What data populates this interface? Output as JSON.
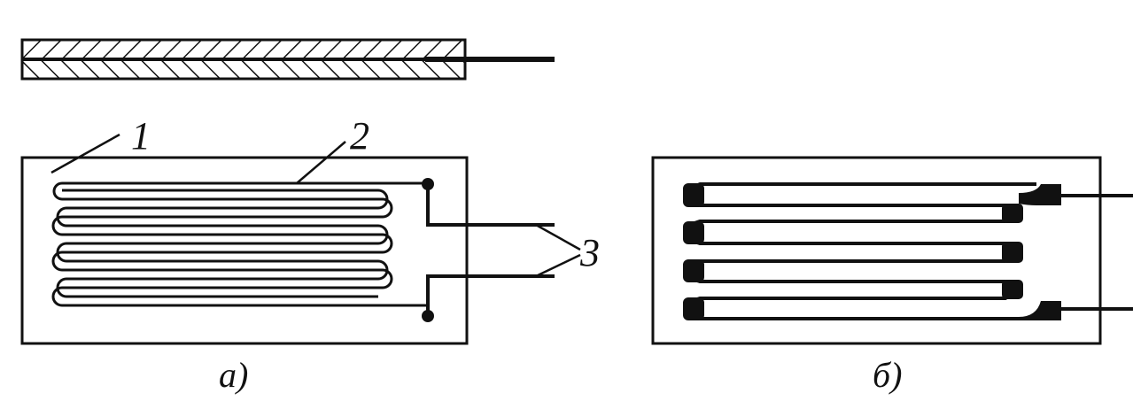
{
  "labels": {
    "substrate": "1",
    "grid": "2",
    "leads": "3"
  },
  "captions": {
    "a": "а)",
    "b": "б)"
  },
  "colors": {
    "ink": "#111111",
    "paper": "#ffffff"
  }
}
